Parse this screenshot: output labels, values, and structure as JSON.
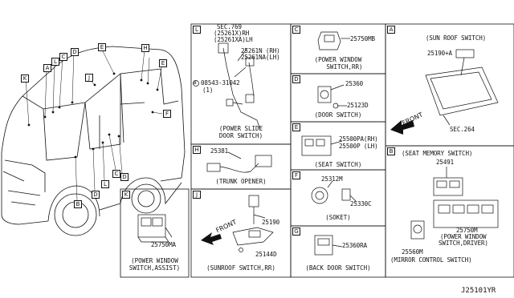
{
  "vehicle": {
    "callouts": [
      "K",
      "A",
      "L",
      "C",
      "D",
      "J",
      "E",
      "H",
      "E",
      "F",
      "B",
      "D",
      "L",
      "C",
      "D"
    ]
  },
  "panels": {
    "L": {
      "tag": "L",
      "sec": "SEC.769",
      "sec_rh": "(25261X)RH",
      "sec_lh": "(25261XA)LH",
      "part_rh": "25261N (RH)",
      "part_lh": "25261NA(LH)",
      "screw_num": "08543-31042",
      "screw_qty": "(1)",
      "screw_prefix": "B",
      "caption1": "(POWER SLIDE",
      "caption2": "DOOR SWITCH)"
    },
    "H": {
      "tag": "H",
      "part": "25381",
      "caption": "(TRUNK OPENER)"
    },
    "K": {
      "tag": "K",
      "part": "25750MA",
      "caption1": "(POWER WINDOW",
      "caption2": "SWITCH,ASSIST)"
    },
    "J": {
      "tag": "J",
      "part1": "25190",
      "part2": "25144D",
      "arrow": "FRONT",
      "caption": "(SUNROOF SWITCH,RR)"
    },
    "C": {
      "tag": "C",
      "part": "25750MB",
      "caption1": "(POWER WINDOW",
      "caption2": "SWITCH,RR)"
    },
    "D": {
      "tag": "D",
      "part1": "25360",
      "part2": "25123D",
      "caption": "(DOOR SWITCH)"
    },
    "E": {
      "tag": "E",
      "part_rh": "25500PA(RH)",
      "part_lh": "25500P (LH)",
      "caption": "(SEAT SWITCH)"
    },
    "F": {
      "tag": "F",
      "part1": "25312M",
      "part2": "25330C",
      "caption": "(SOKET)"
    },
    "G": {
      "tag": "G",
      "part": "25360RA",
      "caption": "(BACK DOOR SWITCH)"
    },
    "A": {
      "tag": "A",
      "title": "(SUN ROOF SWITCH)",
      "part": "25190+A",
      "arrow": "FRONT",
      "sec": "SEC.264"
    },
    "B": {
      "tag": "B",
      "title": "(SEAT MEMORY SWITCH)",
      "part1": "25491",
      "part2": "25750M",
      "caption1": "(POWER WINDOW",
      "caption2": "SWITCH,DRIVER)",
      "part3": "25560M",
      "caption3": "(MIRROR CONTROL SWITCH)"
    }
  },
  "diagram_ref": "J25101YR"
}
